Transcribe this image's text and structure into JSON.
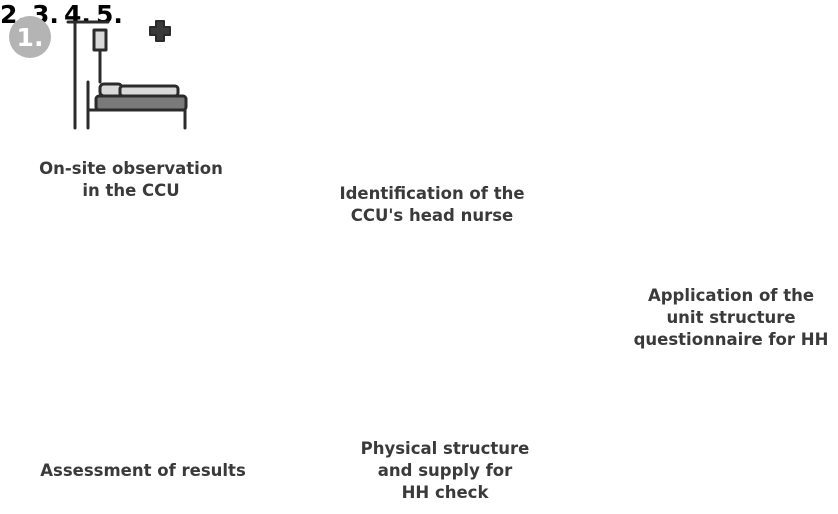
{
  "steps": [
    {
      "number": "1.",
      "icon": "hospital-bed-icon",
      "label_lines": [
        "On-site observation",
        "in the CCU"
      ]
    },
    {
      "number": "2.",
      "icon": "masked-nurse-icon",
      "label_lines": [
        "Identification of the",
        "CCU's head nurse"
      ]
    },
    {
      "number": "3.",
      "icon": "conversation-icon",
      "label_lines": [
        "Application of the",
        "unit structure",
        "questionnaire for HH"
      ]
    },
    {
      "number": "4.",
      "icon": "medical-supply-box-icon",
      "label_lines": [
        "Physical structure",
        "and supply for",
        "HH check"
      ]
    },
    {
      "number": "5.",
      "icon": "notepad-pencil-icon",
      "label_lines": [
        "Assessment of results"
      ]
    }
  ],
  "colors": {
    "badge": "#b4b4b4",
    "icon_dark": "#3a3a3a",
    "icon_mid": "#7a7a7a",
    "icon_light": "#d9d9d9",
    "text": "#3a3a3a"
  }
}
